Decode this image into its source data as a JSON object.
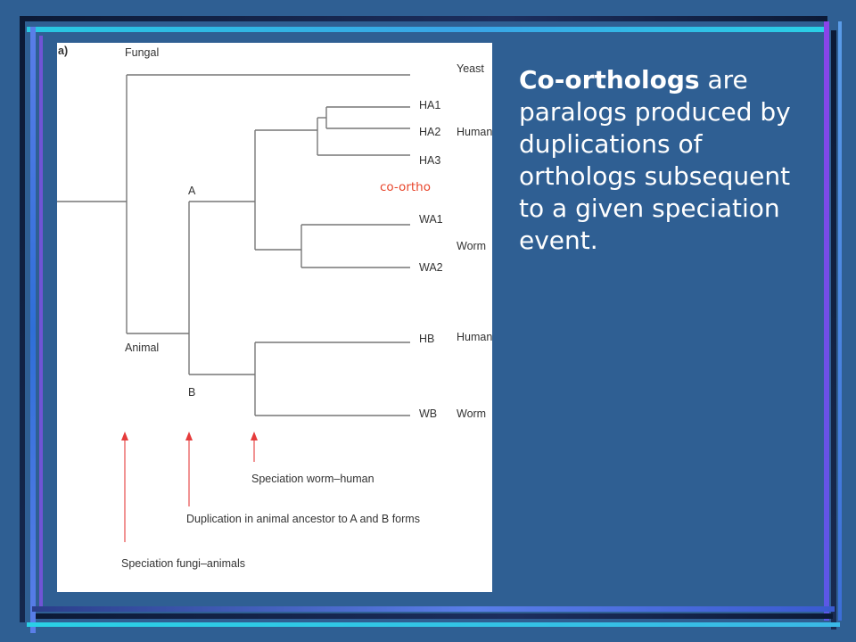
{
  "figure": {
    "panel_label": "a)",
    "groups": {
      "fungal": "Fungal",
      "animal": "Animal",
      "a": "A",
      "b": "B"
    },
    "leaves": {
      "yeast": "Yeast",
      "ha1": "HA1",
      "ha2": "HA2",
      "ha3": "HA3",
      "wa1": "WA1",
      "wa2": "WA2",
      "hb": "HB",
      "wb": "WB"
    },
    "species": {
      "yeast": "Yeast",
      "human_a": "Human",
      "worm_a": "Worm",
      "human_b": "Human",
      "worm_b": "Worm"
    },
    "events": {
      "speciation_worm_human": "Speciation worm–human",
      "duplication": "Duplication in animal ancestor to A and B forms",
      "speciation_fungi_animals": "Speciation fungi–animals"
    },
    "annotation": "co-ortho",
    "arrow_color": "#e53b3b",
    "annotation_color": "#e8462c"
  },
  "description": {
    "term": "Co-orthologs",
    "rest": " are paralogs produced by duplications of orthologs subsequent to a given speciation event."
  },
  "colors": {
    "background": "#2f5f93",
    "bar_light": "#2ad0e6",
    "bar_blue": "#5a7ee8",
    "bar_dark": "#0c1a36",
    "bar_violet": "#8a44e8"
  }
}
